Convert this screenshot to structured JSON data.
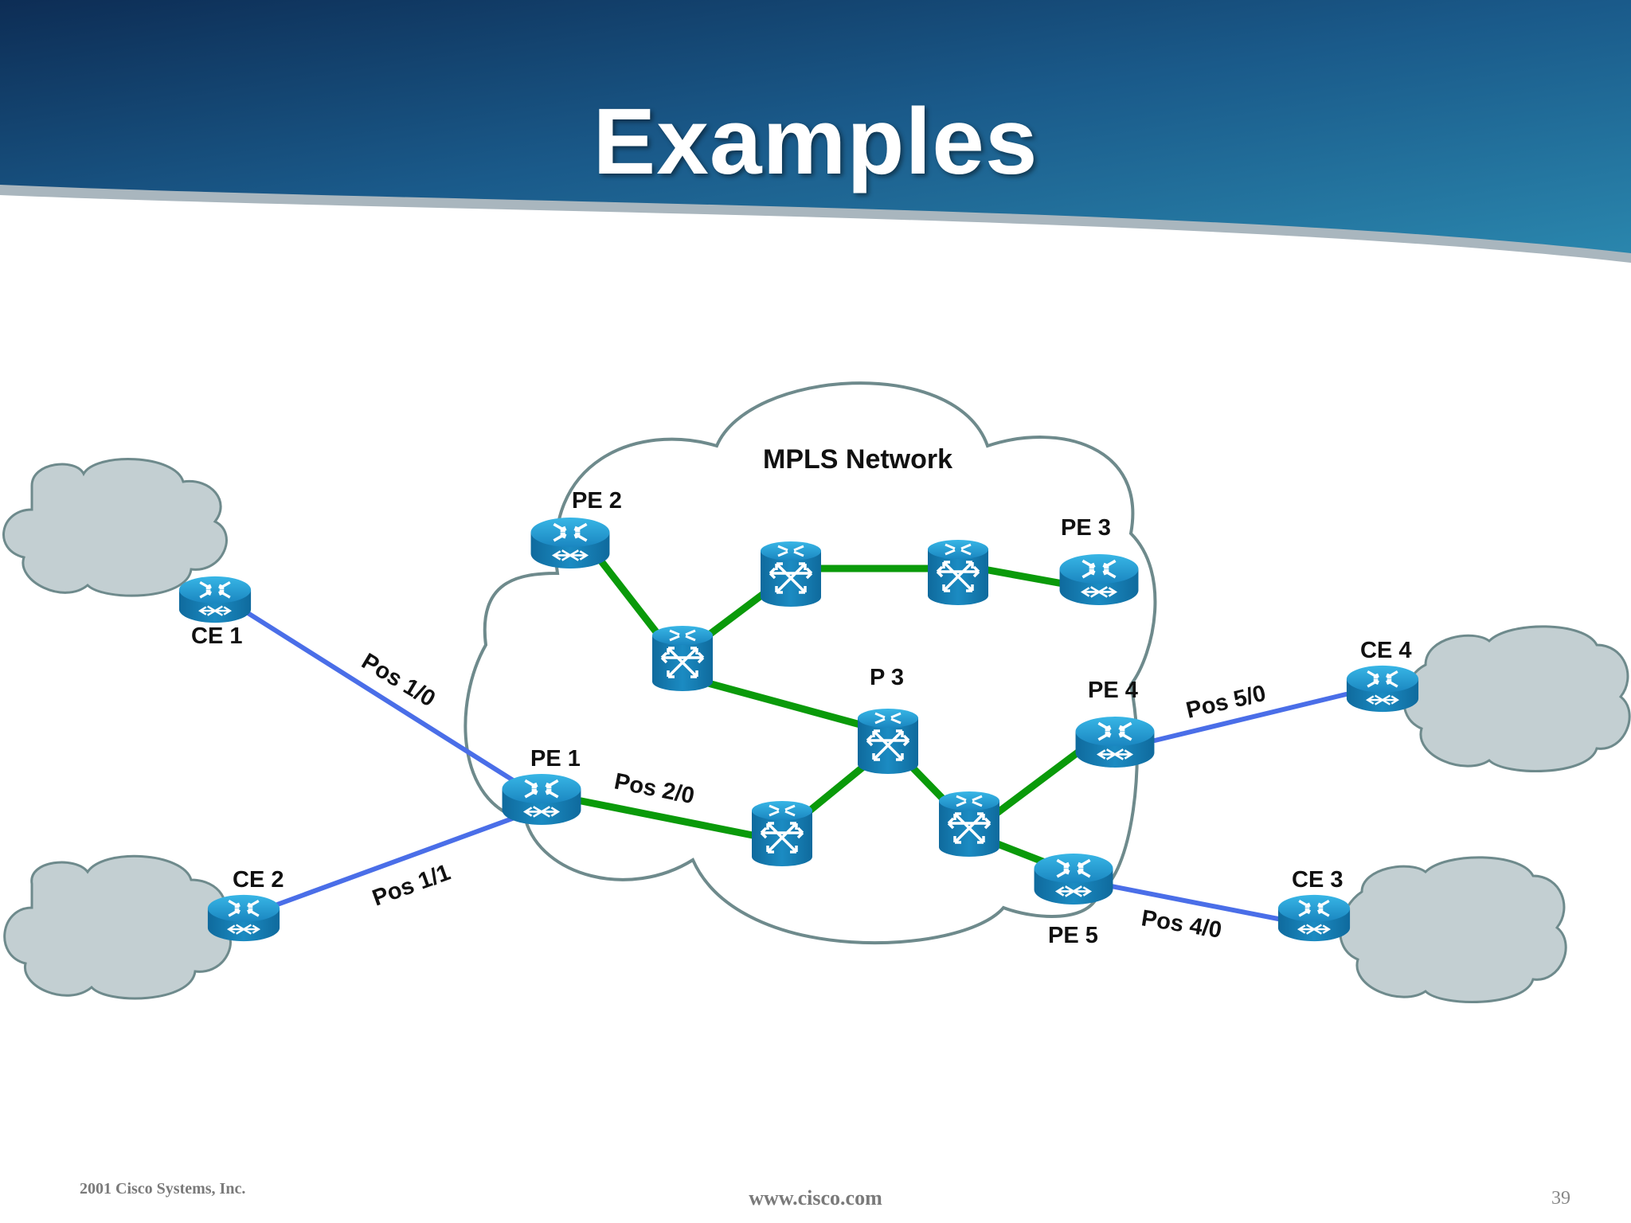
{
  "slide": {
    "title": "Examples",
    "footer_left": "2001 Cisco Systems, Inc.",
    "footer_center": "www.cisco.com",
    "page_number": "39"
  },
  "diagram": {
    "cloud_label": "MPLS Network",
    "nodes": {
      "ce1": "CE 1",
      "ce2": "CE 2",
      "ce3": "CE 3",
      "ce4": "CE 4",
      "pe1": "PE 1",
      "pe2": "PE 2",
      "pe3": "PE 3",
      "pe4": "PE 4",
      "pe5": "PE 5",
      "p3": "P 3"
    },
    "links": {
      "pos10": "Pos 1/0",
      "pos11": "Pos 1/1",
      "pos20": "Pos 2/0",
      "pos40": "Pos 4/0",
      "pos50": "Pos 5/0"
    },
    "colors": {
      "customer_link": "#4a6ee8",
      "core_link": "#0a9a0a",
      "device": "#1a8fc0",
      "cloud_fill": "#c3cfd2",
      "cloud_outline": "#6e8a8c",
      "banner": "#1c4f7d"
    },
    "icons": [
      "router-icon",
      "switch-icon",
      "cloud-icon"
    ]
  }
}
